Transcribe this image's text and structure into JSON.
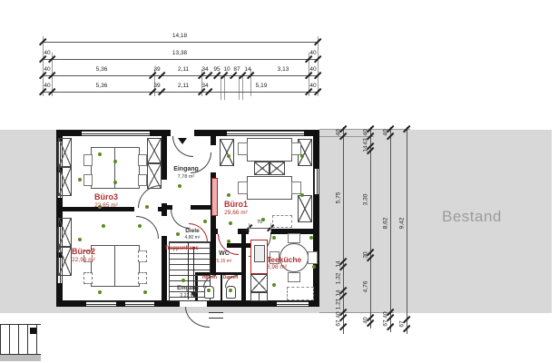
{
  "drawing": {
    "type": "floor-plan",
    "annotation": {
      "bestand": "Bestand"
    },
    "rooms": {
      "buero3": {
        "name": "Büro3",
        "area": "22,65 m²"
      },
      "buero2": {
        "name": "Büro2",
        "area": "22,96 m²"
      },
      "buero1": {
        "name": "Büro1",
        "area": "29,66 m²"
      },
      "eingang": {
        "name": "Eingang",
        "area": "7,78 m²"
      },
      "diele": {
        "name": "Diele",
        "area": "4,80 m²"
      },
      "wc": {
        "name": "WC",
        "area": "5,15 m²"
      },
      "teekueche": {
        "name": "Teeküche",
        "area": "8,98 m²"
      },
      "treppenhaus": {
        "name": "Treppenhaus"
      },
      "herren": {
        "name": "Herren"
      },
      "damen": {
        "name": "Damen"
      },
      "eingang_unten": {
        "name": "Eingang",
        "area": "2,21 m²"
      }
    }
  },
  "dims": {
    "t1": "14,18",
    "t2": [
      "40",
      "13,38",
      "40"
    ],
    "t3": [
      "40",
      "5,36",
      "39",
      "2,11",
      "34",
      "95",
      "10",
      "87",
      "14",
      "3,13",
      "40"
    ],
    "t4": [
      "40",
      "5,36",
      "39",
      "2,11",
      "34",
      "5,19",
      "40"
    ],
    "r1": [
      "40",
      "5,75",
      "14",
      "1,32",
      "14",
      "1,21",
      "40",
      "67"
    ],
    "r2": [
      "40",
      "43",
      "14",
      "3,30",
      "30",
      "4,76",
      "40"
    ],
    "r3": [
      "40",
      "8,62",
      "40",
      "67"
    ],
    "r4": [
      "9,42",
      "67"
    ],
    "door": "70"
  },
  "colors": {
    "accent_red": "#b03030",
    "symbol_green": "#5d8a1e",
    "band_gray": "#d8d8d8",
    "wall_black": "#111111"
  }
}
